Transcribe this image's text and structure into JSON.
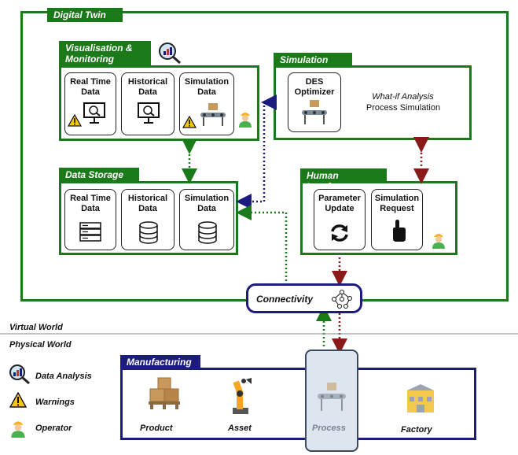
{
  "digital_twin": {
    "title": "Digital Twin"
  },
  "visualisation": {
    "title_line1": "Visualisation &",
    "title_line2": "Monitoring",
    "cards": [
      {
        "line1": "Real Time",
        "line2": "Data"
      },
      {
        "line1": "Historical",
        "line2": "Data"
      },
      {
        "line1": "Simulation",
        "line2": "Data"
      }
    ]
  },
  "simulation": {
    "title": "Simulation",
    "card_line1": "DES",
    "card_line2": "Optimizer",
    "whatif": "What-if Analysis",
    "process_sim": "Process Simulation"
  },
  "data_storage": {
    "title": "Data Storage",
    "cards": [
      {
        "line1": "Real Time",
        "line2": "Data"
      },
      {
        "line1": "Historical",
        "line2": "Data"
      },
      {
        "line1": "Simulation",
        "line2": "Data"
      }
    ]
  },
  "human_interface": {
    "title": "Human Interface",
    "cards": [
      {
        "line1": "Parameter",
        "line2": "Update"
      },
      {
        "line1": "Simulation",
        "line2": "Request"
      }
    ]
  },
  "connectivity": {
    "label": "Connectivity"
  },
  "worlds": {
    "virtual": "Virtual World",
    "physical": "Physical World"
  },
  "legend": {
    "data_analysis": "Data Analysis",
    "warnings": "Warnings",
    "operator": "Operator"
  },
  "manufacturing": {
    "title": "Manufacturing",
    "items": [
      "Product",
      "Asset",
      "Process",
      "Factory"
    ]
  },
  "colors": {
    "green": "#1a7a1a",
    "navy": "#1c1c7e",
    "dark_red": "#8b1a1a",
    "process_highlight": "#dde6ef"
  }
}
